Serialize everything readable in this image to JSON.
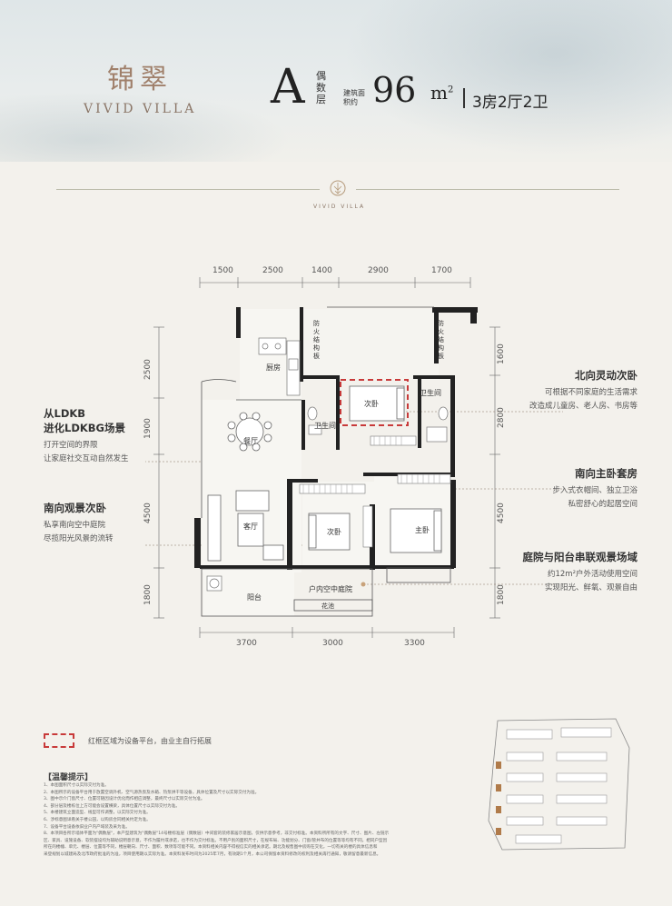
{
  "header": {
    "brand_cn": "锦翠",
    "brand_en": "VIVID VILLA",
    "type_letter": "A",
    "type_sub": "偶数层",
    "area_label": "建筑面积约",
    "area_value": "96",
    "area_unit": "m",
    "area_unit_sup": "2",
    "layout": "3房2厅2卫",
    "logo_en": "VIVID VILLA"
  },
  "dimensions": {
    "top": [
      "1500",
      "2500",
      "1400",
      "2900",
      "1700"
    ],
    "bottom": [
      "3700",
      "3000",
      "3300"
    ],
    "left": [
      "2500",
      "1900",
      "4500",
      "1800"
    ],
    "right": [
      "1600",
      "2800",
      "4500",
      "1800"
    ]
  },
  "rooms": {
    "fire1": "防火结构板",
    "fire2": "防火结构板",
    "kitchen": "厨房",
    "bath1": "卫生间",
    "bath2": "卫生间",
    "dining": "餐厅",
    "living": "客厅",
    "bedroom2a": "次卧",
    "bedroom2b": "次卧",
    "master": "主卧",
    "balcony": "阳台",
    "courtyard": "户内空中庭院",
    "garden": "花池"
  },
  "callouts": [
    {
      "title": "北向灵动次卧",
      "lines": [
        "可根据不同家庭的生活需求",
        "改造成儿童房、老人房、书房等"
      ]
    },
    {
      "title": "从LDKB",
      "lines": []
    },
    {
      "title": "进化LDKBG场景",
      "lines": [
        "打开空间的界限",
        "让家庭社交互动自然发生"
      ]
    },
    {
      "title": "南向主卧套房",
      "lines": [
        "步入式衣帽间、独立卫浴",
        "私密舒心的起居空间"
      ]
    },
    {
      "title": "南向观景次卧",
      "lines": [
        "私享南向空中庭院",
        "尽揽阳光风景的流转"
      ]
    },
    {
      "title": "庭院与阳台串联观景场域",
      "lines": [
        "约12m²户外活动使用空间",
        "实现阳光、鲜氧、观景自由"
      ]
    }
  ],
  "legend": "红框区域为设备平台，由业主自行拓展",
  "notes_title": "【温馨提示】",
  "notes": [
    "1、本图面积尺寸以实际交付为准。",
    "2、本图所示的设备平台用于放置空调外机、空气源热泵及水箱、热泵烘干等设备，具体位置及尺寸以实际交付为准。",
    "3、图中示介门窗尺寸、位置可随因设计优化而作相应调整，最终尺寸以实际交付为准。",
    "4、部分层及楼栋位上方可能会设置横梁，具体位置尺寸以实际交付为准。",
    "5、本楼建筑立面造型、线型可作调整，以实际交付为准。",
    "6、涉标意图详看关于楼公园，以购房合同相关约定为准。",
    "7、设备平台设备依旧业户内产域装及采为准。",
    "8、本项目各所示墙体平面为\"偶数层\"，本产型建筑为\"偶数层\"14号楼标准层（偶数层）中间套的装修家居示意图，仅供示意参考，非交付标准。本资料所所有的文字、尺寸、图片、左链示",
    "区、家具、设施设备、软装摆设均为辅助说明意示意，不作为履约或承诺，也不作为交付标准。不用户别的面积尺寸，在规布局、功能划分、门窗/管井布的位置等等均有不同，相同户型因",
    "所在的楼幢、单元、楼层、位置等不同，楼层朝向、尺寸、面积、数项等可能不同。本资料相关内容不得视信实的相关承诺。期北及规售图中房购在交化，一切有关的楼的具体信息和",
    "采登规划以城建局及北市政府批准的为准，项目使用期以实际为准。本资料发布时间为2025年7月，有效期1个月，本公司保留本资料修改的权利及相关再行通知，敬请留意最新信息。"
  ]
}
